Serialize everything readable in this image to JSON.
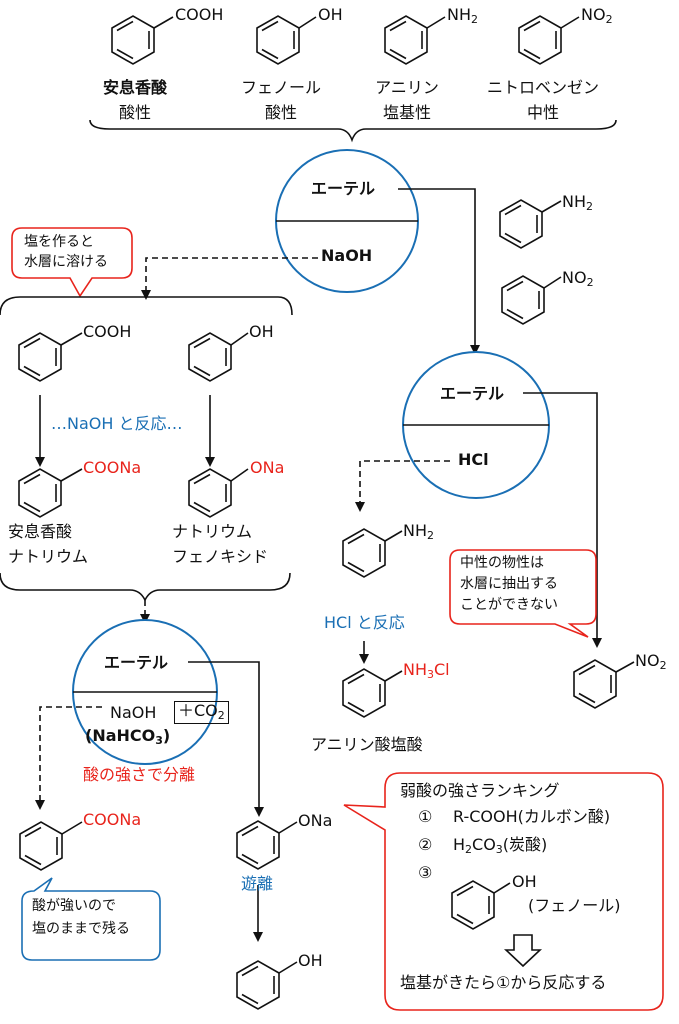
{
  "top_compounds": [
    {
      "group": "COOH",
      "name": "安息香酸",
      "prop": "酸性"
    },
    {
      "group": "OH",
      "name": "フェノール",
      "prop": "酸性"
    },
    {
      "group": "NH",
      "group_sub": "2",
      "name": "アニリン",
      "prop": "塩基性"
    },
    {
      "group": "NO",
      "group_sub": "2",
      "name": "ニトロベンゼン",
      "prop": "中性"
    }
  ],
  "ether1": {
    "top": "エーテル",
    "bottom": "NaOH"
  },
  "ether2": {
    "top": "エーテル",
    "bottom": "HCl"
  },
  "ether3": {
    "top": "エーテル",
    "bottom": "NaOH",
    "co2": "＋CO",
    "co2_sub": "2",
    "nahco3_pre": "(NaHCO",
    "nahco3_sub": "3",
    "nahco3_post": ")"
  },
  "bubble_salt": {
    "line1": "塩を作ると",
    "line2": "水層に溶ける"
  },
  "right_products": [
    {
      "group": "NH",
      "sub": "2"
    },
    {
      "group": "NO",
      "sub": "2"
    }
  ],
  "left_top": [
    {
      "group": "COOH"
    },
    {
      "group": "OH"
    }
  ],
  "react_naoh": "…NaOH と反応…",
  "left_salts": [
    {
      "group": "COONa",
      "line1": "安息香酸",
      "line2": "ナトリウム"
    },
    {
      "group": "ONa",
      "line1": "ナトリウム",
      "line2": "フェノキシド"
    }
  ],
  "aniline_mid": {
    "group": "NH",
    "sub": "2"
  },
  "hcl_react": "HCl と反応",
  "aniline_salt": {
    "group_pre": "NH",
    "group_sub": "3",
    "group_post": "Cl",
    "name": "アニリン酸塩酸"
  },
  "bubble_neutral": {
    "line1": "中性の物性は",
    "line2": "水層に抽出する",
    "line3": "ことができない"
  },
  "nitro_final": {
    "group": "NO",
    "sub": "2"
  },
  "acid_sep": "酸の強さで分離",
  "phenoxide_final": {
    "group": "ONa"
  },
  "free_label": "遊離",
  "phenol_final": {
    "group": "OH"
  },
  "benzoate_final": {
    "group": "COONa"
  },
  "bubble_strong": {
    "line1": "酸が強いので",
    "line2": "塩のままで残る"
  },
  "ranking": {
    "title": "弱酸の強さランキング",
    "items": [
      {
        "num": "①",
        "text": "R-COOH(カルボン酸)"
      },
      {
        "num": "②",
        "text_pre": "H",
        "text_sub1": "2",
        "text_mid": "CO",
        "text_sub2": "3",
        "text_post": "(炭酸)"
      },
      {
        "num": "③",
        "group": "OH",
        "text": "(フェノール)"
      }
    ],
    "footer": "塩基がきたら①から反応する"
  }
}
